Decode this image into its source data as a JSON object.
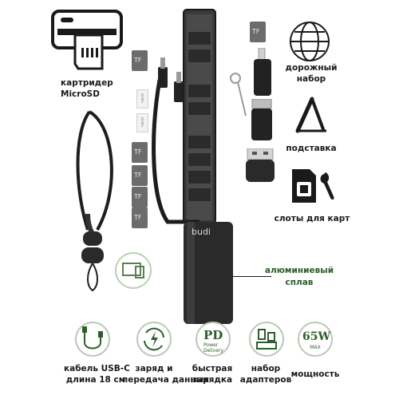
{
  "features": {
    "card_reader": [
      "картридер",
      "MicroSD"
    ],
    "travel_set": [
      "дорожный",
      "набор"
    ],
    "stand": "подставка",
    "card_slots": "слоты для карт",
    "aluminum": [
      "алюминиевый",
      "сплав"
    ]
  },
  "card_marks": {
    "tf": "TF",
    "nano": "nano",
    "brand": "budi"
  },
  "bottom_icons": {
    "cable": [
      "кабель USB-C",
      "длина 18 см"
    ],
    "charge_transfer": [
      "заряд и",
      "передача данных"
    ],
    "fast_charge": [
      "быстрая",
      "зарядка"
    ],
    "adapters": [
      "набор",
      "адаптеров"
    ],
    "power": "мощность",
    "pd_badge": {
      "logo": "PD",
      "line1": "Power",
      "line2": "Delivery"
    },
    "watt_badge": {
      "value": "65W",
      "unit": "MAX"
    }
  },
  "colors": {
    "accent": "#2e5d2b",
    "icon_ring": "#b9c9b4",
    "device_body": "#2a2a2a"
  }
}
